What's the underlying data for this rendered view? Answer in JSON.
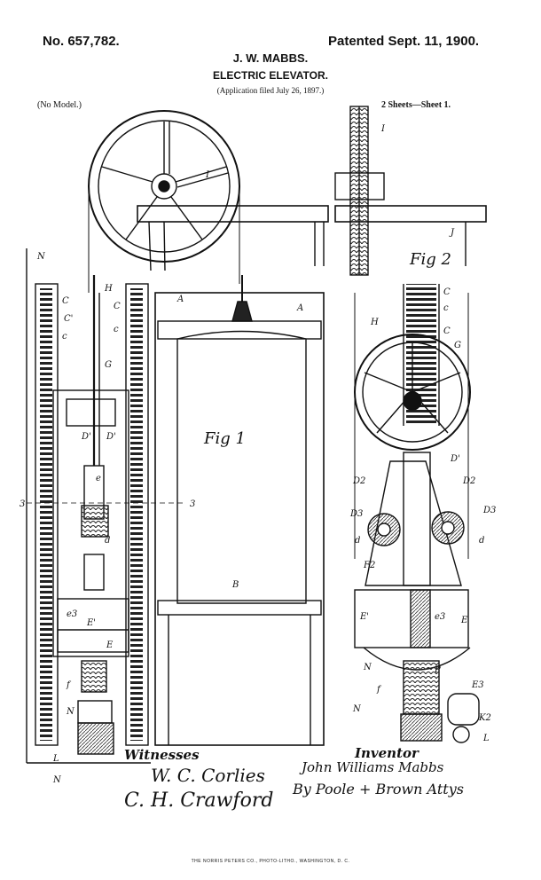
{
  "header": {
    "patent_number": "No. 657,782.",
    "patent_date": "Patented Sept. 11, 1900.",
    "inventor": "J. W. MABBS.",
    "title": "ELECTRIC ELEVATOR.",
    "application": "(Application filed July 26, 1897.)",
    "no_model": "(No Model.)",
    "sheets": "2 Sheets—Sheet 1."
  },
  "figures": {
    "fig1": "Fig 1",
    "fig2": "Fig 2"
  },
  "reference_letters": {
    "N": "N",
    "C": "C",
    "C_prime": "C'",
    "c": "c",
    "H": "H",
    "G": "G",
    "A": "A",
    "B": "B",
    "I": "I",
    "J": "J",
    "E": "E",
    "E_prime": "E'",
    "e": "e",
    "e3": "e3",
    "D1": "D'",
    "D2": "D2",
    "D3": "D3",
    "d": "d",
    "F2": "F2",
    "P": "P",
    "f": "f",
    "E3": "E3",
    "K2": "K2",
    "L": "L",
    "section3": "3"
  },
  "signatures": {
    "witnesses_label": "Witnesses",
    "witness_1": "W. C. Corlies",
    "witness_2": "C. H. Crawford",
    "inventor_label": "Inventor",
    "inventor_name": "John Williams Mabbs",
    "attorneys": "By Poole + Brown Attys"
  },
  "footer": {
    "printer": "THE NORRIS PETERS CO., PHOTO-LITHO., WASHINGTON, D. C."
  }
}
